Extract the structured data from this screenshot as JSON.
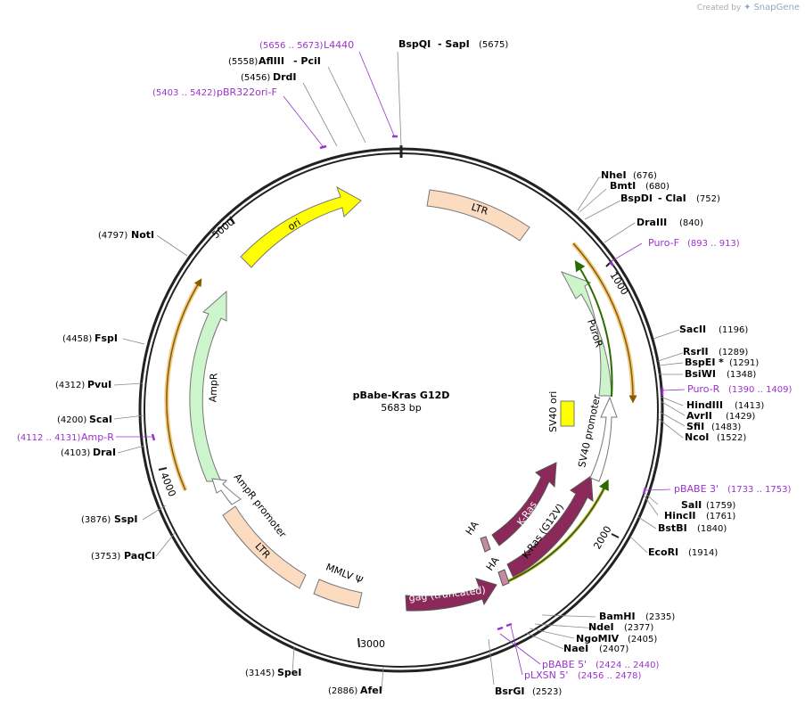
{
  "credit": {
    "prefix": "Created by",
    "brand": "SnapGene"
  },
  "plasmid": {
    "name": "pBabe-Kras G12D",
    "length_text": "5683 bp",
    "length": 5683
  },
  "ticks": [
    "1000",
    "2000",
    "3000",
    "4000",
    "5000"
  ],
  "features": [
    {
      "label": "LTR",
      "color": "#fcdcc0"
    },
    {
      "label": "ori",
      "color": "#ffff00"
    },
    {
      "label": "AmpR",
      "color": "#ccf5cc"
    },
    {
      "label": "AmpR promoter",
      "color": "#ffffff"
    },
    {
      "label": "LTR",
      "color": "#fcdcc0"
    },
    {
      "label": "MMLV Ψ",
      "color": "#fcdcc0"
    },
    {
      "label": "gag (truncated)",
      "color": "#8b2a5a"
    },
    {
      "label": "HA",
      "color": "#c58aa5"
    },
    {
      "label": "K-Ras",
      "color": "#8b2a5a"
    },
    {
      "label": "HA",
      "color": "#c58aa5"
    },
    {
      "label": "K-Ras (G12V)",
      "color": "#8b2a5a"
    },
    {
      "label": "SV40 promoter",
      "color": "#ffffff"
    },
    {
      "label": "SV40 ori",
      "color": "#ffff00"
    },
    {
      "label": "PuroR",
      "color": "#ccf5cc"
    }
  ],
  "enzymes": [
    {
      "name": "BspQI",
      "extra": "-  SapI",
      "pos": "(5675)"
    },
    {
      "name": "AflIII",
      "extra": "-  PciI",
      "pos": "(5558)"
    },
    {
      "name": "DrdI",
      "extra": "",
      "pos": "(5456)"
    },
    {
      "name": "NheI",
      "extra": "",
      "pos": "(676)"
    },
    {
      "name": "BmtI",
      "extra": "",
      "pos": "(680)"
    },
    {
      "name": "BspDI",
      "extra": "-  ClaI",
      "pos": "(752)"
    },
    {
      "name": "DraIII",
      "extra": "",
      "pos": "(840)"
    },
    {
      "name": "SacII",
      "extra": "",
      "pos": "(1196)"
    },
    {
      "name": "RsrII",
      "extra": "",
      "pos": "(1289)"
    },
    {
      "name": "BspEI",
      "extra": "*",
      "pos": "(1291)"
    },
    {
      "name": "BsiWI",
      "extra": "",
      "pos": "(1348)"
    },
    {
      "name": "HindIII",
      "extra": "",
      "pos": "(1413)"
    },
    {
      "name": "AvrII",
      "extra": "",
      "pos": "(1429)"
    },
    {
      "name": "SfiI",
      "extra": "",
      "pos": "(1483)"
    },
    {
      "name": "NcoI",
      "extra": "",
      "pos": "(1522)"
    },
    {
      "name": "SalI",
      "extra": "",
      "pos": "(1759)"
    },
    {
      "name": "HincII",
      "extra": "",
      "pos": "(1761)"
    },
    {
      "name": "BstBI",
      "extra": "",
      "pos": "(1840)"
    },
    {
      "name": "EcoRI",
      "extra": "",
      "pos": "(1914)"
    },
    {
      "name": "BamHI",
      "extra": "",
      "pos": "(2335)"
    },
    {
      "name": "NdeI",
      "extra": "",
      "pos": "(2377)"
    },
    {
      "name": "NgoMIV",
      "extra": "",
      "pos": "(2405)"
    },
    {
      "name": "NaeI",
      "extra": "",
      "pos": "(2407)"
    },
    {
      "name": "BsrGI",
      "extra": "",
      "pos": "(2523)"
    },
    {
      "name": "AfeI",
      "extra": "",
      "pos": "(2886)"
    },
    {
      "name": "SpeI",
      "extra": "",
      "pos": "(3145)"
    },
    {
      "name": "PaqCI",
      "extra": "",
      "pos": "(3753)"
    },
    {
      "name": "SspI",
      "extra": "",
      "pos": "(3876)"
    },
    {
      "name": "DraI",
      "extra": "",
      "pos": "(4103)"
    },
    {
      "name": "ScaI",
      "extra": "",
      "pos": "(4200)"
    },
    {
      "name": "PvuI",
      "extra": "",
      "pos": "(4312)"
    },
    {
      "name": "FspI",
      "extra": "",
      "pos": "(4458)"
    },
    {
      "name": "NotI",
      "extra": "",
      "pos": "(4797)"
    }
  ],
  "primers": [
    {
      "name": "L4440",
      "range": "(5656 .. 5673)"
    },
    {
      "name": "pBR322ori-F",
      "range": "(5403 .. 5422)"
    },
    {
      "name": "Puro-F",
      "range": "(893 .. 913)"
    },
    {
      "name": "Puro-R",
      "range": "(1390 .. 1409)"
    },
    {
      "name": "pBABE 3'",
      "range": "(1733 .. 1753)"
    },
    {
      "name": "pBABE 5'",
      "range": "(2424 .. 2440)"
    },
    {
      "name": "pLXSN 5'",
      "range": "(2456 .. 2478)"
    },
    {
      "name": "Amp-R",
      "range": "(4112 .. 4131)"
    }
  ]
}
